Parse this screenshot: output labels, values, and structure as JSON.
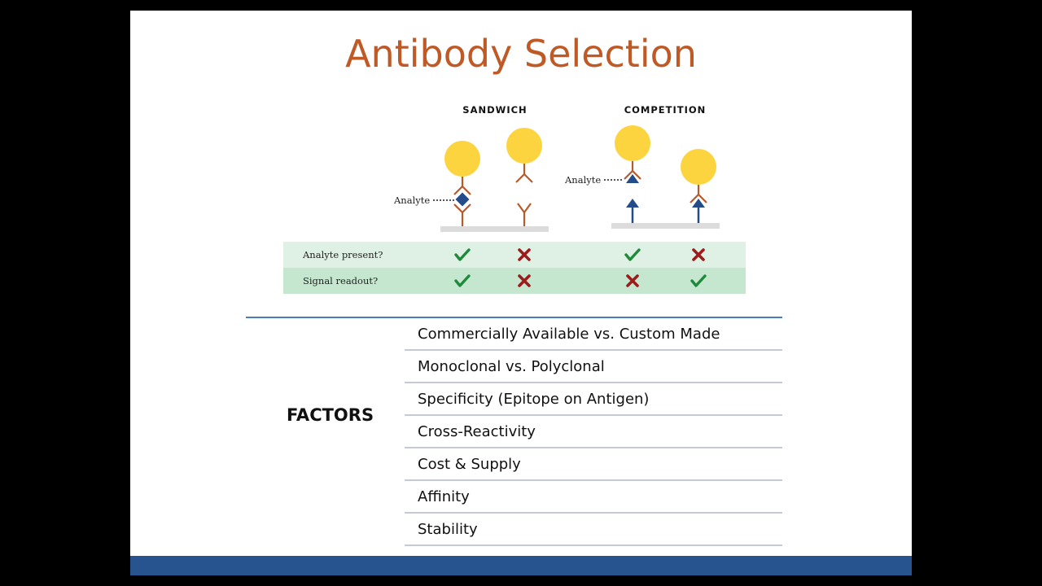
{
  "slide": {
    "title": "Antibody Selection"
  },
  "diagram": {
    "sandwich_label": "SANDWICH",
    "competition_label": "COMPETITION",
    "analyte_label_sandwich": "Analyte",
    "analyte_label_competition": "Analyte",
    "rows": [
      {
        "label": "Analyte present?",
        "results": [
          "check",
          "cross",
          "check",
          "cross"
        ]
      },
      {
        "label": "Signal readout?",
        "results": [
          "check",
          "cross",
          "cross",
          "check"
        ]
      }
    ],
    "colors": {
      "antibody": "#b75a2c",
      "label_bead": "#fcd440",
      "analyte": "#244c8a",
      "check": "#1f8a3a",
      "cross": "#9c1c1c",
      "row1_bg": "#dff0e4",
      "row2_bg": "#c5e7cf"
    }
  },
  "factors": {
    "heading": "FACTORS",
    "items": [
      "Commercially Available vs. Custom Made",
      "Monoclonal vs. Polyclonal",
      "Specificity (Epitope on Antigen)",
      "Cross-Reactivity",
      "Cost & Supply",
      "Affinity",
      "Stability"
    ]
  }
}
